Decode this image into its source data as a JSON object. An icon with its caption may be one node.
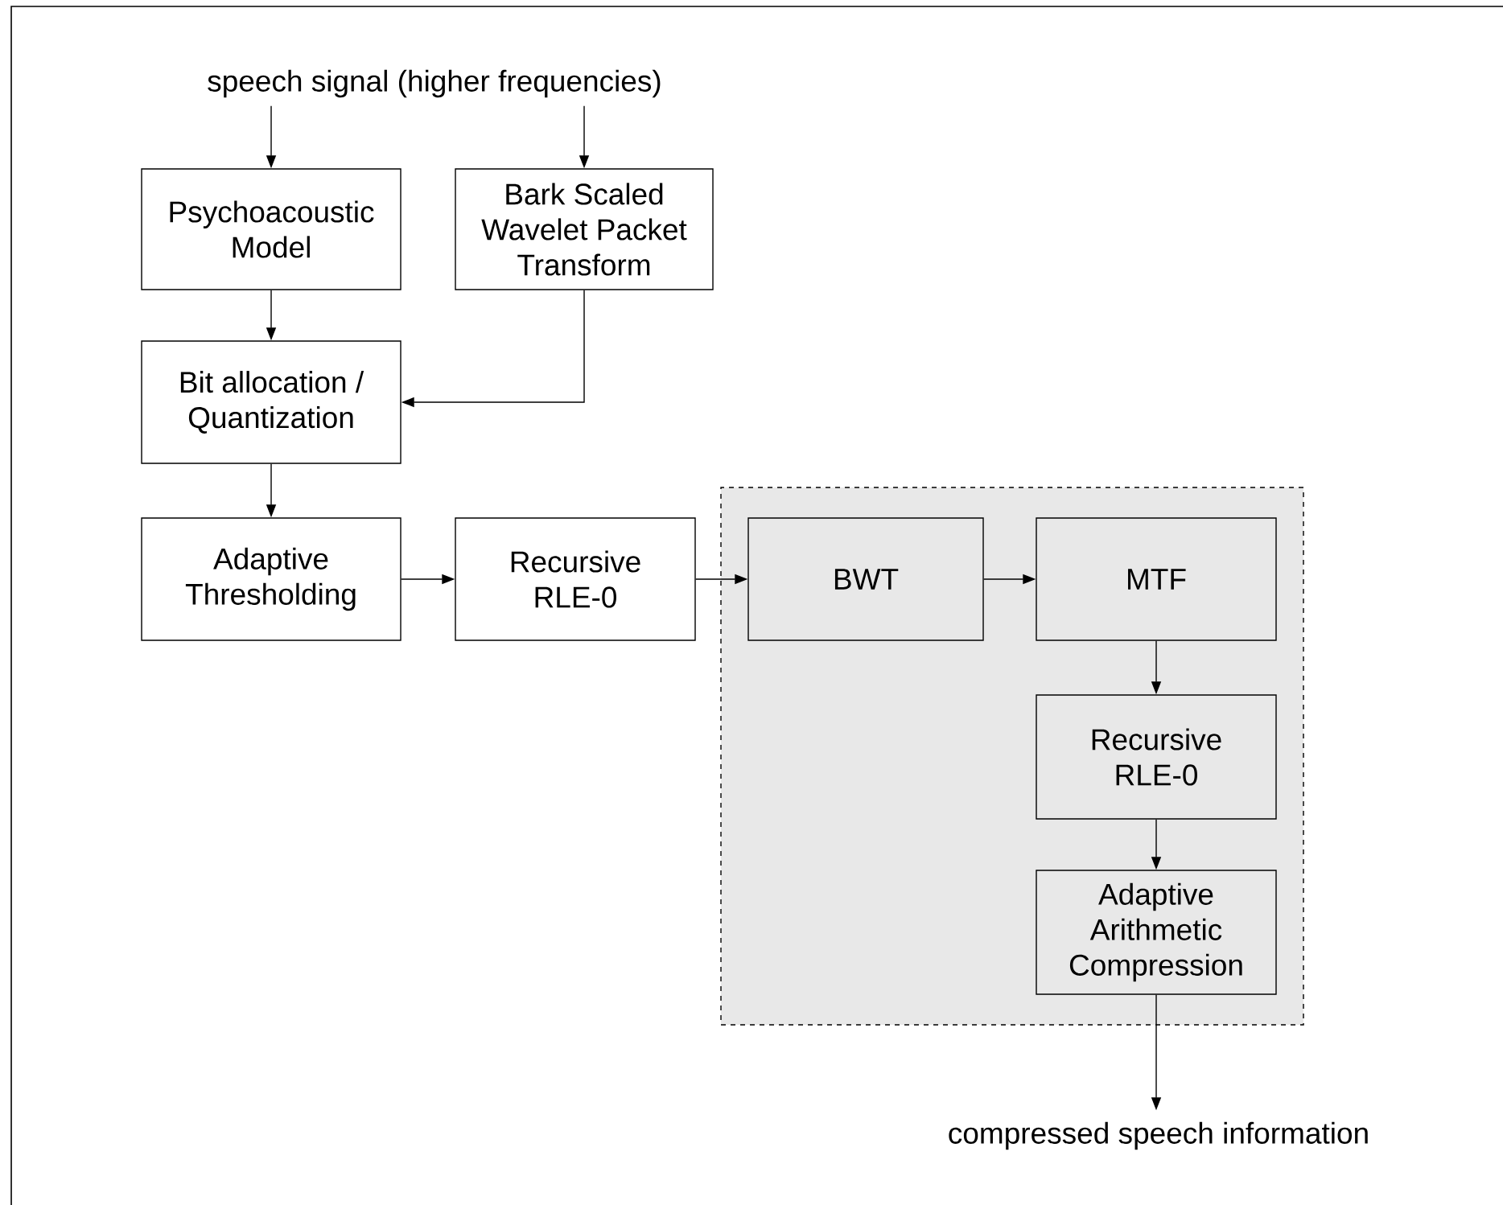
{
  "diagram": {
    "nodes": [
      {
        "text": [
          "speech signal (higher frequencies)"
        ]
      },
      {
        "text": [
          "Psychoacoustic Model"
        ]
      },
      {
        "text": [
          "Bark Scaled Wavelet Packet Transform"
        ]
      },
      {
        "text": [
          "Bit allocation / Quantization"
        ]
      },
      {
        "text": [
          "Adaptive Thresholding"
        ]
      },
      {
        "text": [
          "Recursive RLE-0"
        ]
      },
      {
        "text": [],
        "shape": "box"
      },
      {
        "text": [
          "BWT"
        ],
        "in": 6
      },
      {
        "text": [
          "MTF"
        ],
        "in": 6
      },
      {
        "text": [
          "Recursive RLE-0"
        ],
        "in": 6
      },
      {
        "text": [
          "Adaptive Arithmetic Compression"
        ],
        "in": 6
      },
      {
        "text": [
          "compressed speech information"
        ]
      }
    ],
    "edges": [
      {
        "from": 0,
        "to": 1,
        "arrow": "to"
      },
      {
        "from": 0,
        "to": 2,
        "arrow": "to"
      },
      {
        "from": 1,
        "to": 3,
        "arrow": "to"
      },
      {
        "from": 2,
        "to": 3,
        "arrow": "to"
      },
      {
        "from": 3,
        "to": 4,
        "arrow": "to"
      },
      {
        "from": 4,
        "to": 5,
        "arrow": "to"
      },
      {
        "from": 5,
        "to": 7,
        "arrow": "to"
      },
      {
        "from": 7,
        "to": 8,
        "arrow": "to"
      },
      {
        "from": 8,
        "to": 9,
        "arrow": "to"
      },
      {
        "from": 9,
        "to": 10,
        "arrow": "to"
      },
      {
        "from": 10,
        "to": 11,
        "arrow": "to"
      }
    ]
  }
}
